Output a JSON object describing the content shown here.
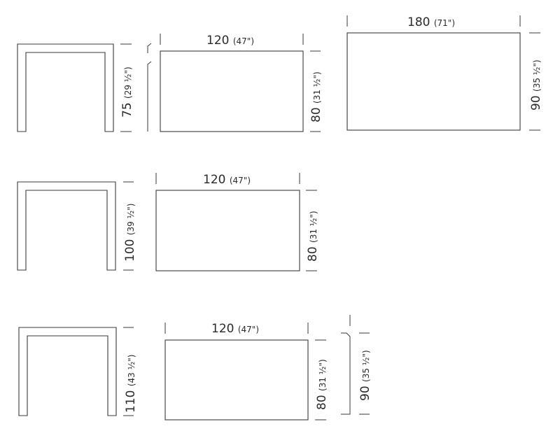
{
  "rows": [
    {
      "height": {
        "main": "75",
        "sub": "(29 ½\")"
      },
      "top": {
        "width": {
          "main": "120",
          "sub": "(47\")"
        },
        "depth": {
          "main": "80",
          "sub": "(31 ½\")"
        }
      }
    },
    {
      "height": {
        "main": "100",
        "sub": "(39 ½\")"
      },
      "top": {
        "width": {
          "main": "120",
          "sub": "(47\")"
        },
        "depth": {
          "main": "80",
          "sub": "(31 ½\")"
        }
      }
    },
    {
      "height": {
        "main": "110",
        "sub": "(43 ½\")"
      },
      "top": {
        "width": {
          "main": "120",
          "sub": "(47\")"
        },
        "depth": {
          "main": "80",
          "sub": "(31 ½\")"
        }
      },
      "extra_depth": {
        "main": "90",
        "sub": "(35 ½\")"
      }
    }
  ],
  "large_top": {
    "width": {
      "main": "180",
      "sub": "(71\")"
    },
    "depth": {
      "main": "90",
      "sub": "(35 ½\")"
    }
  }
}
